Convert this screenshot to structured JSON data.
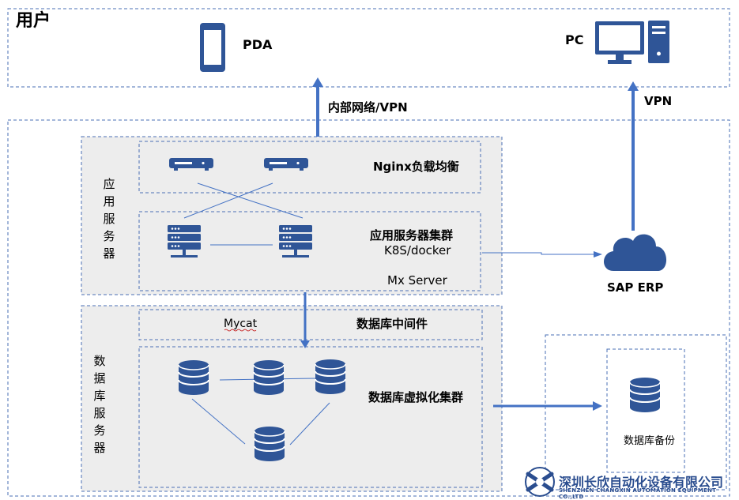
{
  "user_zone": {
    "title": "用户",
    "pda_label": "PDA",
    "pc_label": "PC"
  },
  "links": {
    "internal_vpn": "内部网络/VPN",
    "vpn": "VPN"
  },
  "app_server": {
    "side_label": "应用服务器",
    "nginx_label": "Nginx负载均衡",
    "cluster_title": "应用服务器集群",
    "cluster_sub": "K8S/docker",
    "mx_label": "Mx Server"
  },
  "sap": {
    "label": "SAP ERP"
  },
  "db_server": {
    "side_label": "数据库服务器",
    "mycat_label": "Mycat",
    "middleware_label": "数据库中间件",
    "cluster_label": "数据库虚拟化集群"
  },
  "backup": {
    "label": "数据库备份"
  },
  "logo": {
    "company": "深圳长欣自动化设备有限公司",
    "company_en": "SHENZHEN CHANGXIN AUTOMATION EQUIPMENT CO.,LTD"
  },
  "colors": {
    "primary": "#2f5597",
    "dash": "#4a6fb5",
    "panel": "#ededed"
  }
}
